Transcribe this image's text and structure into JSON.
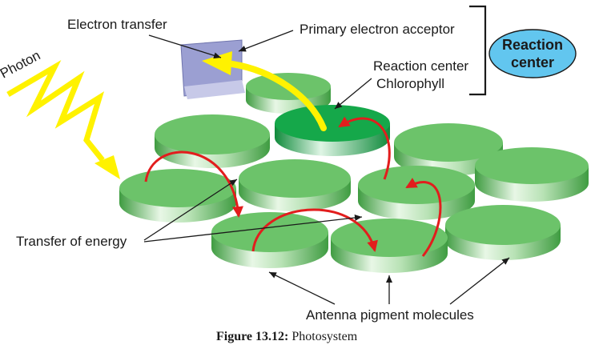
{
  "labels": {
    "photon": "Photon",
    "electron_transfer": "Electron transfer",
    "primary_acceptor": "Primary electron acceptor",
    "reaction_center_chl_line1": "Reaction center",
    "reaction_center_chl_line2": "Chlorophyll",
    "reaction_center_badge_line1": "Reaction",
    "reaction_center_badge_line2": "center",
    "transfer_of_energy": "Transfer of energy",
    "antenna": "Antenna pigment molecules"
  },
  "caption": {
    "bold": "Figure 13.12:",
    "text": " Photosystem"
  },
  "colors": {
    "disk_top": "#6cc36a",
    "disk_edge": "#45a846",
    "reaction_center_top": "#15a84a",
    "acceptor_box": "#9b9fd2",
    "photon": "#fff200",
    "energy_arrow": "#e21d1d",
    "badge_fill": "#62c6ef"
  }
}
